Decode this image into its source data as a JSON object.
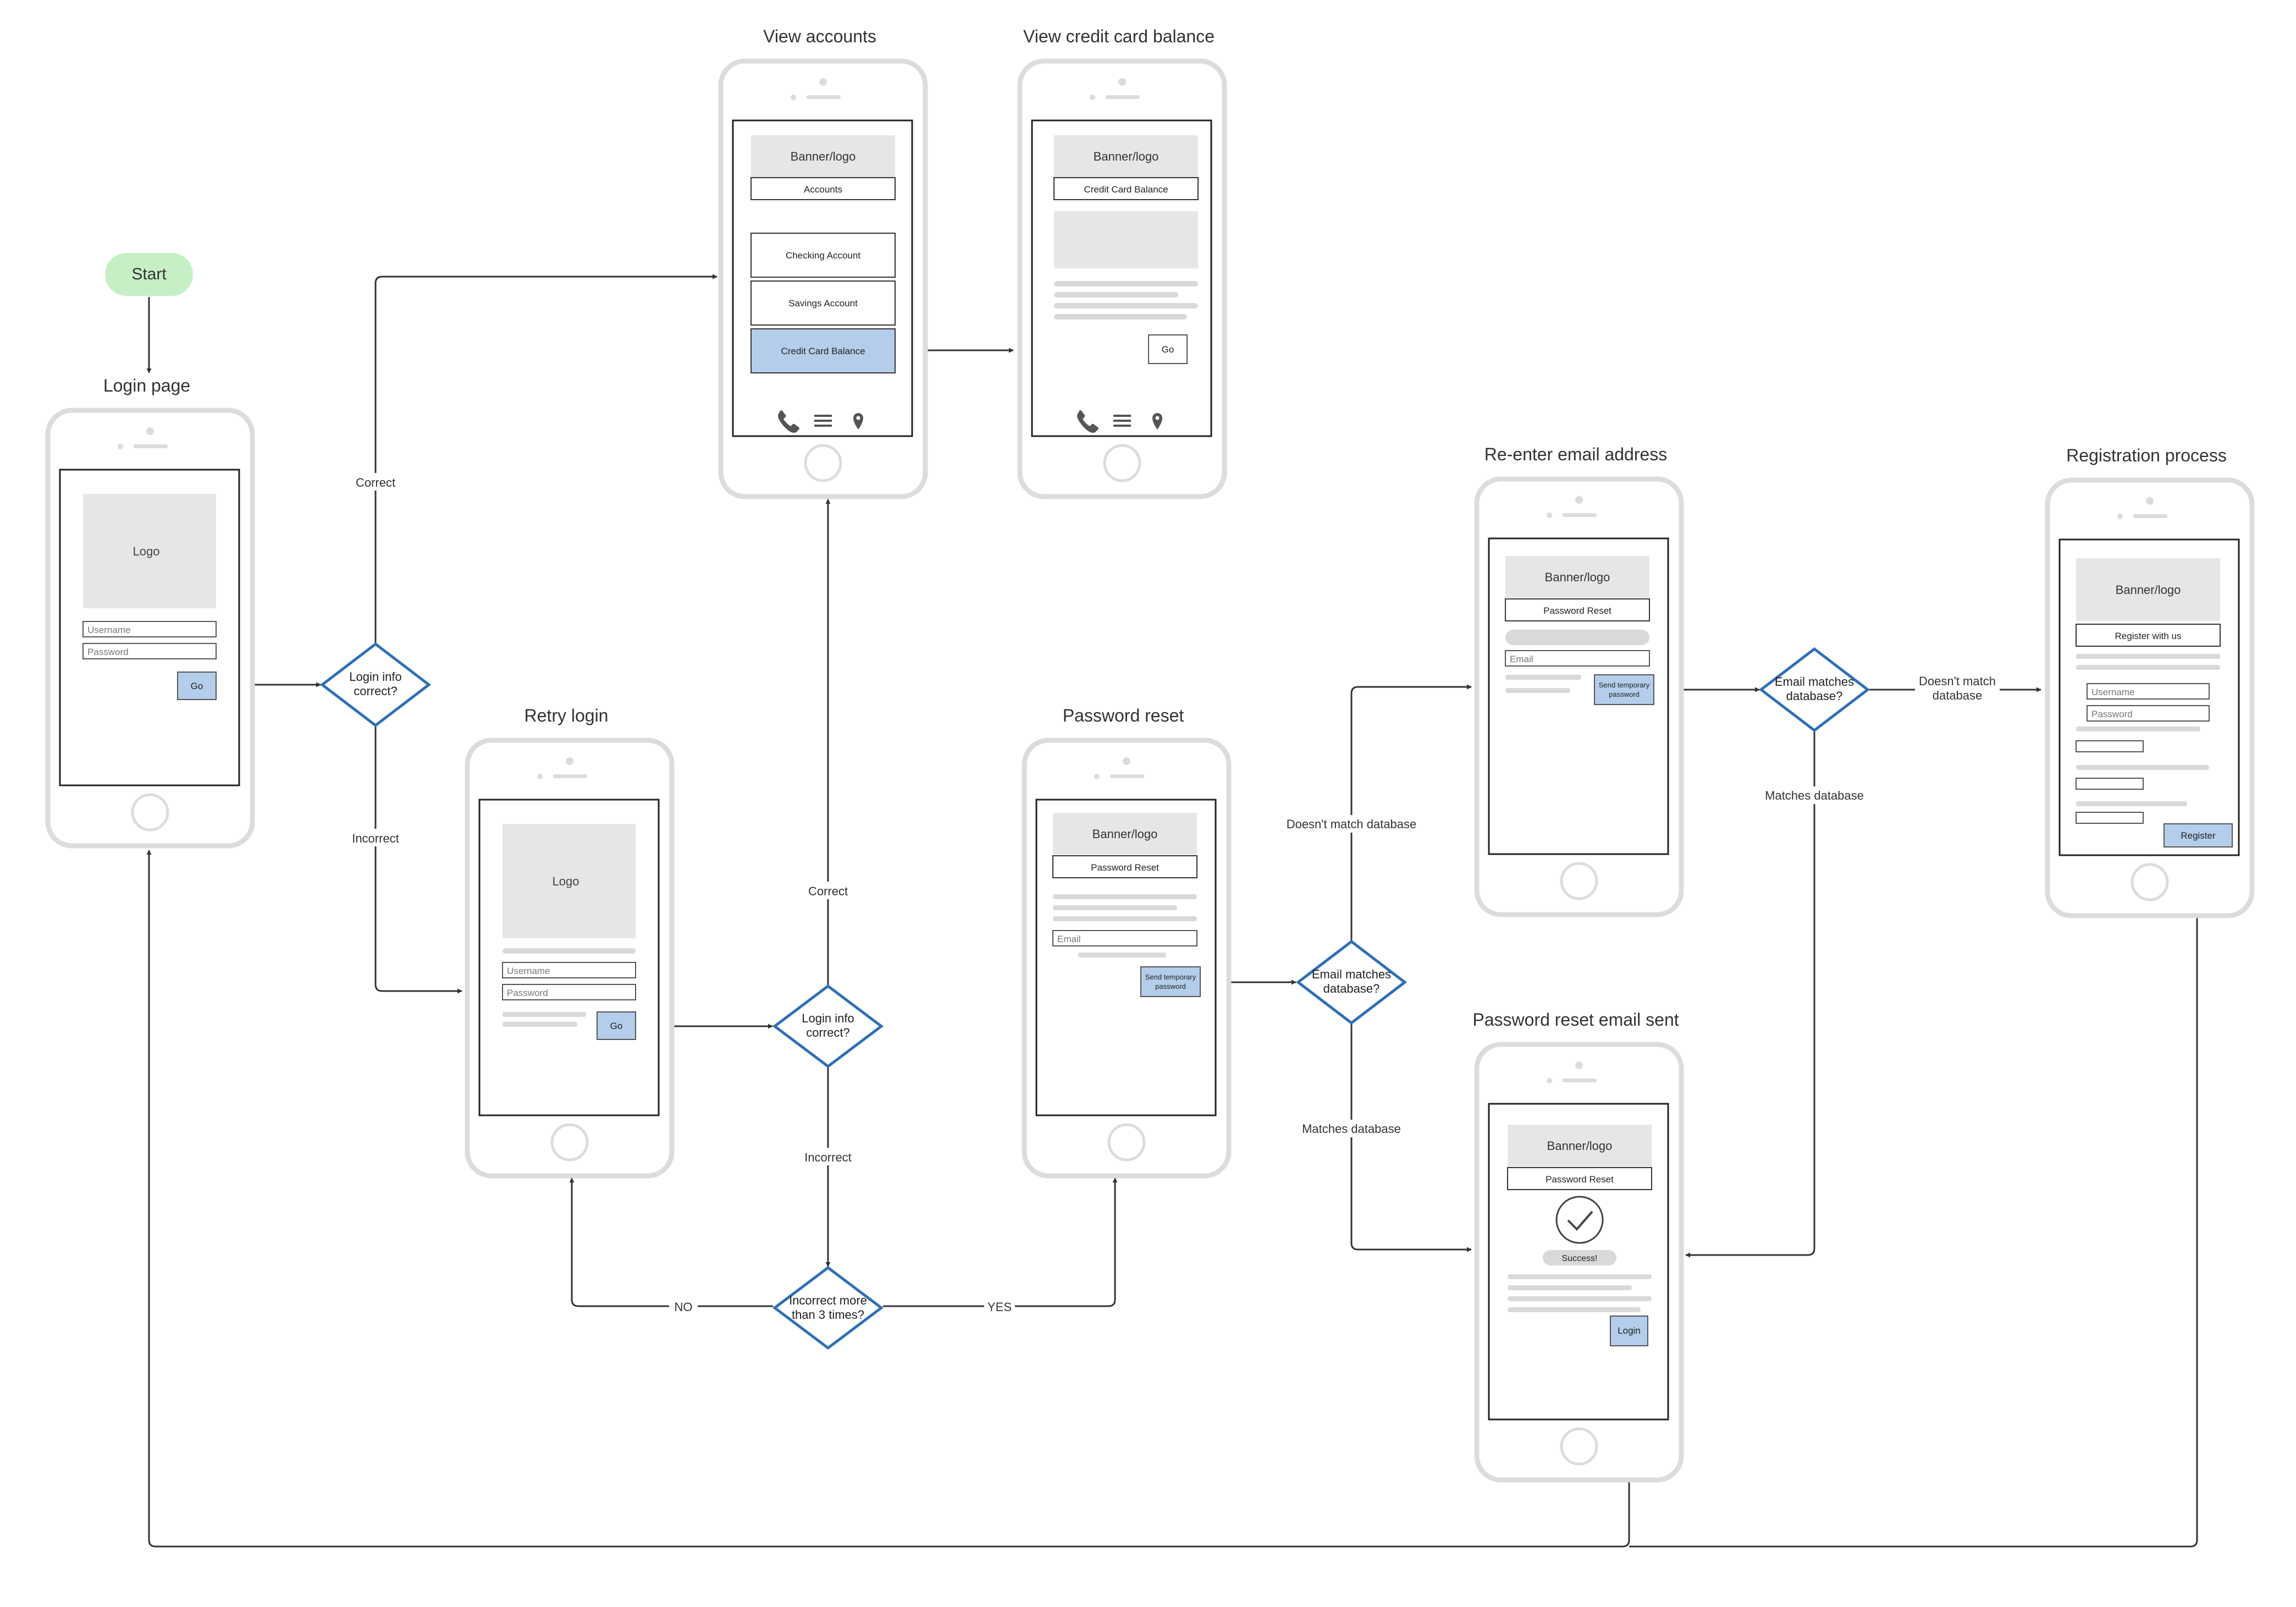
{
  "start": {
    "label": "Start"
  },
  "phones": {
    "login": {
      "title": "Login page",
      "logo": "Logo",
      "username_placeholder": "Username",
      "password_placeholder": "Password",
      "go": "Go"
    },
    "view_accounts": {
      "title": "View accounts",
      "banner": "Banner/logo",
      "header": "Accounts",
      "items": [
        "Checking Account",
        "Savings Account",
        "Credit Card Balance"
      ]
    },
    "view_credit": {
      "title": "View credit card balance",
      "banner": "Banner/logo",
      "header": "Credit Card Balance",
      "go": "Go"
    },
    "retry": {
      "title": "Retry login",
      "logo": "Logo",
      "username_placeholder": "Username",
      "password_placeholder": "Password",
      "go": "Go"
    },
    "pw_reset": {
      "title": "Password reset",
      "banner": "Banner/logo",
      "header": "Password Reset",
      "email_placeholder": "Email",
      "send": [
        "Send temporary",
        "password"
      ]
    },
    "reenter": {
      "title": "Re-enter email address",
      "banner": "Banner/logo",
      "header": "Password Reset",
      "email_placeholder": "Email",
      "send": [
        "Send temporary",
        "password"
      ]
    },
    "email_sent": {
      "title": "Password reset email sent",
      "banner": "Banner/logo",
      "header": "Password Reset",
      "success": "Success!",
      "login": "Login"
    },
    "registration": {
      "title": "Registration process",
      "banner": "Banner/logo",
      "header": "Register with us",
      "username_placeholder": "Username",
      "password_placeholder": "Password",
      "register": "Register"
    }
  },
  "decisions": {
    "d1": [
      "Login info",
      "correct?"
    ],
    "d2": [
      "Login info",
      "correct?"
    ],
    "d3": [
      "Incorrect more",
      "than 3 times?"
    ],
    "d4": [
      "Email matches",
      "database?"
    ],
    "d5": [
      "Email matches",
      "database?"
    ]
  },
  "edge_labels": {
    "correct_1": "Correct",
    "incorrect_1": "Incorrect",
    "correct_2": "Correct",
    "incorrect_2": "Incorrect",
    "no": "NO",
    "yes": "YES",
    "doesnt_match_1": "Doesn't match database",
    "matches_1": "Matches database",
    "doesnt_match_2": [
      "Doesn't match",
      "database"
    ],
    "matches_2": "Matches database"
  },
  "colors": {
    "start_fill": "#c6efc5",
    "decision_stroke": "#2f6fb5",
    "button_fill": "#b4cdea",
    "placeholder_fill": "#e6e6e6",
    "phone_outline": "#dcdcdc",
    "connector": "#333333"
  }
}
